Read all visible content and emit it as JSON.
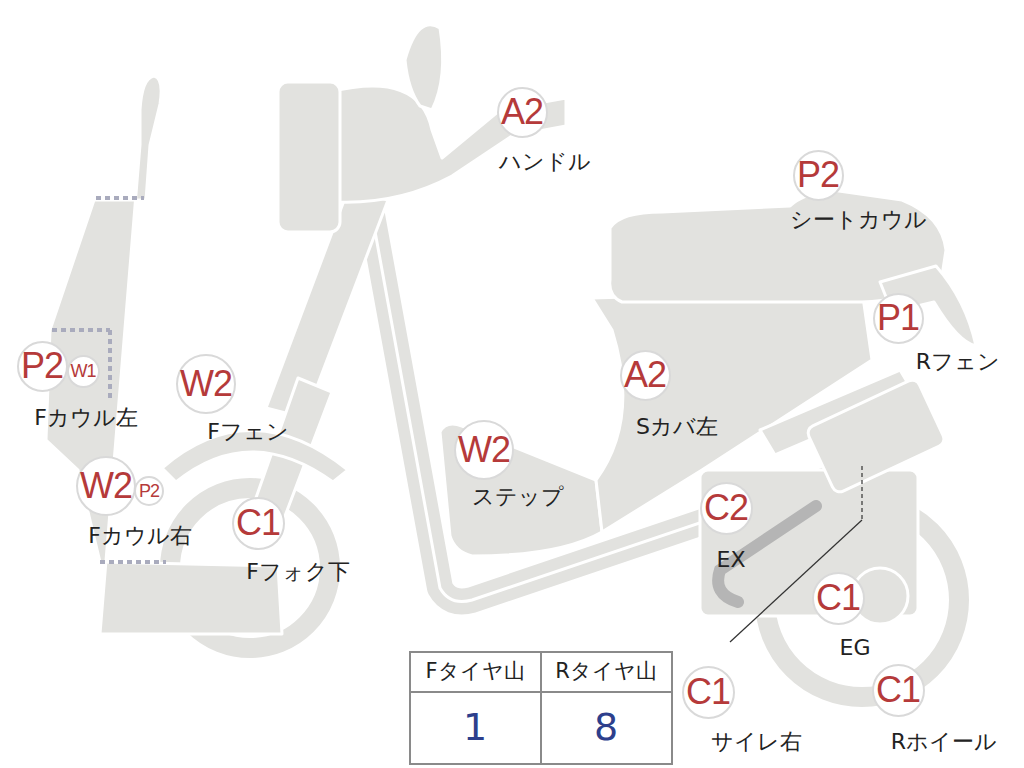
{
  "diagram": {
    "nodes": [
      {
        "text": [
          "A2"
        ]
      },
      {
        "text": [
          "P2"
        ]
      },
      {
        "text": [
          "P1"
        ]
      },
      {
        "text": [
          "P2"
        ]
      },
      {
        "text": [
          "W1"
        ]
      },
      {
        "text": [
          "W2"
        ]
      },
      {
        "text": [
          "A2"
        ]
      },
      {
        "text": [
          "W2"
        ]
      },
      {
        "text": [
          "W2"
        ]
      },
      {
        "text": [
          "P2"
        ]
      },
      {
        "text": [
          "C1"
        ]
      },
      {
        "text": [
          "C2"
        ]
      },
      {
        "text": [
          "C1"
        ]
      },
      {
        "text": [
          "C1"
        ]
      },
      {
        "text": [
          "C1"
        ]
      }
    ],
    "edges": [],
    "labels": [
      "ハンドル",
      "シートカウル",
      "Rフェン",
      "Fカウル左",
      "Fフェン",
      "Sカバ左",
      "ステップ",
      "Fカウル右",
      "Fフォク下",
      "EX",
      "EG",
      "サイレ右",
      "Rホイール",
      "Fタイヤ山",
      "Rタイヤ山",
      "1",
      "8"
    ]
  }
}
